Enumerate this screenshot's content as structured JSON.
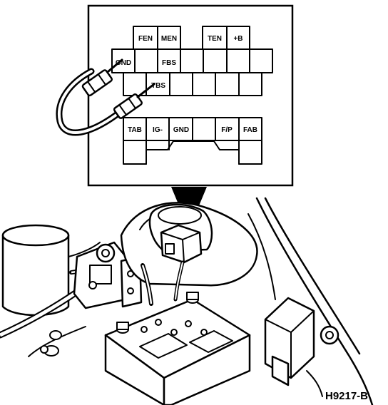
{
  "figure_code": "H9217-B",
  "connector": {
    "upper_labels": [
      "FEN",
      "MEN",
      "TEN",
      "+B",
      "GND",
      "FBS",
      "TBS"
    ],
    "lower_labels": [
      "TAB",
      "IG-",
      "GND",
      "F/P",
      "FAB"
    ]
  },
  "colors": {
    "ink": "#000000",
    "paper": "#ffffff"
  }
}
